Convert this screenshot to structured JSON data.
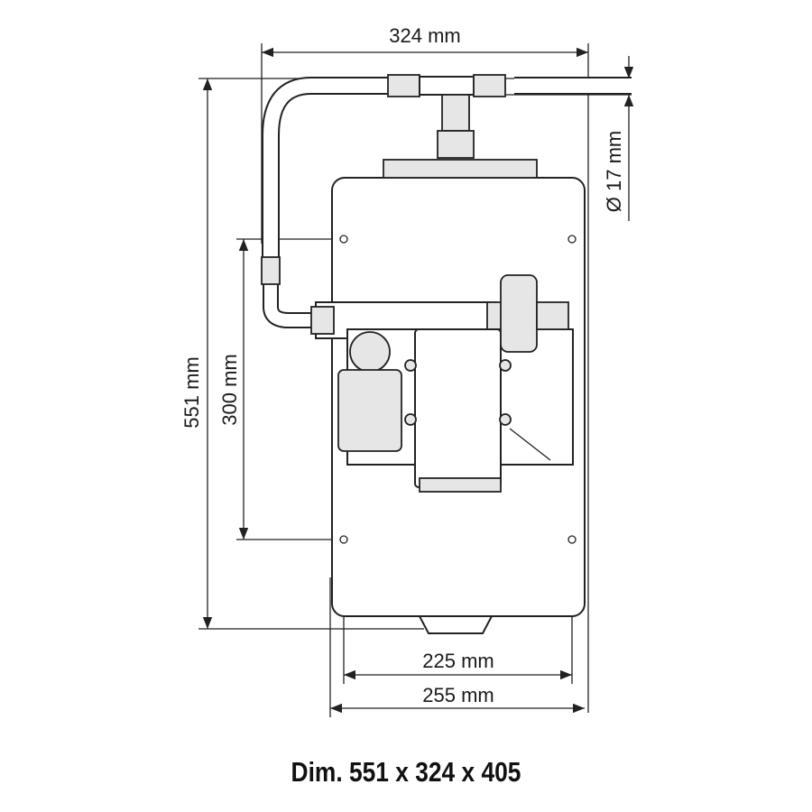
{
  "dimensions": {
    "width_top": "324 mm",
    "height_total": "551 mm",
    "mount_spacing_vertical": "300 mm",
    "mount_spacing_horizontal": "225 mm",
    "width_tank": "255 mm",
    "hose_diameter": "Ø 17 mm"
  },
  "caption": "Dim. 551 x 324 x 405"
}
